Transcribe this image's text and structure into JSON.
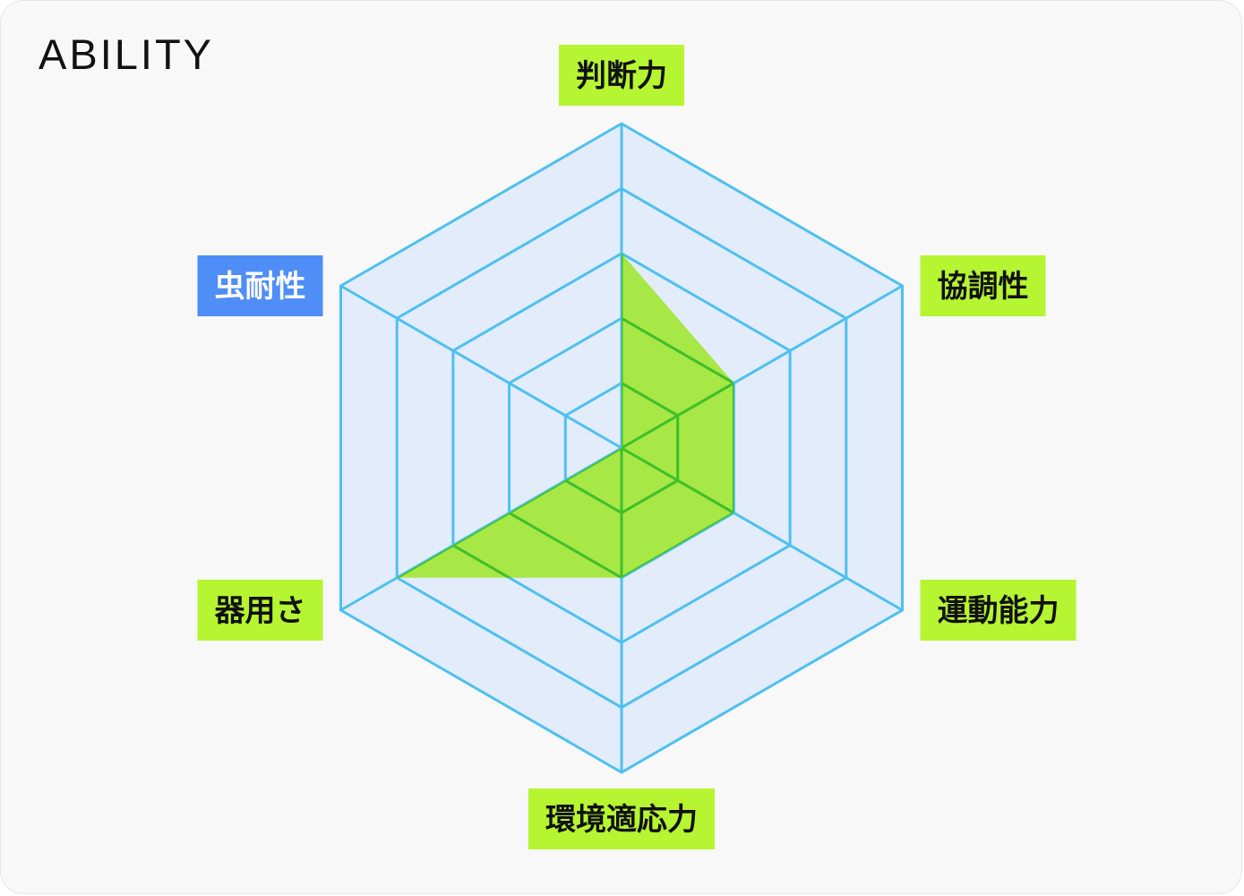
{
  "title": "ABILITY",
  "colors": {
    "background": "#f8f8f8",
    "grid_fill": "#e2ecfb",
    "grid_stroke": "#4fc0ef",
    "data_fill": "#9ee62c",
    "data_stroke": "#3fbf2a",
    "label_bg": "#b5f531",
    "label_text": "#111111",
    "highlight_label_bg": "#4f8df7",
    "highlight_label_text": "#ffffff"
  },
  "chart_data": {
    "type": "radar",
    "axes": [
      "判断力",
      "協調性",
      "運動能力",
      "環境適応力",
      "器用さ",
      "虫耐性"
    ],
    "highlighted_axis": "虫耐性",
    "scale_max": 5,
    "rings": 5,
    "values": [
      3,
      2,
      2,
      2,
      4,
      0
    ]
  }
}
